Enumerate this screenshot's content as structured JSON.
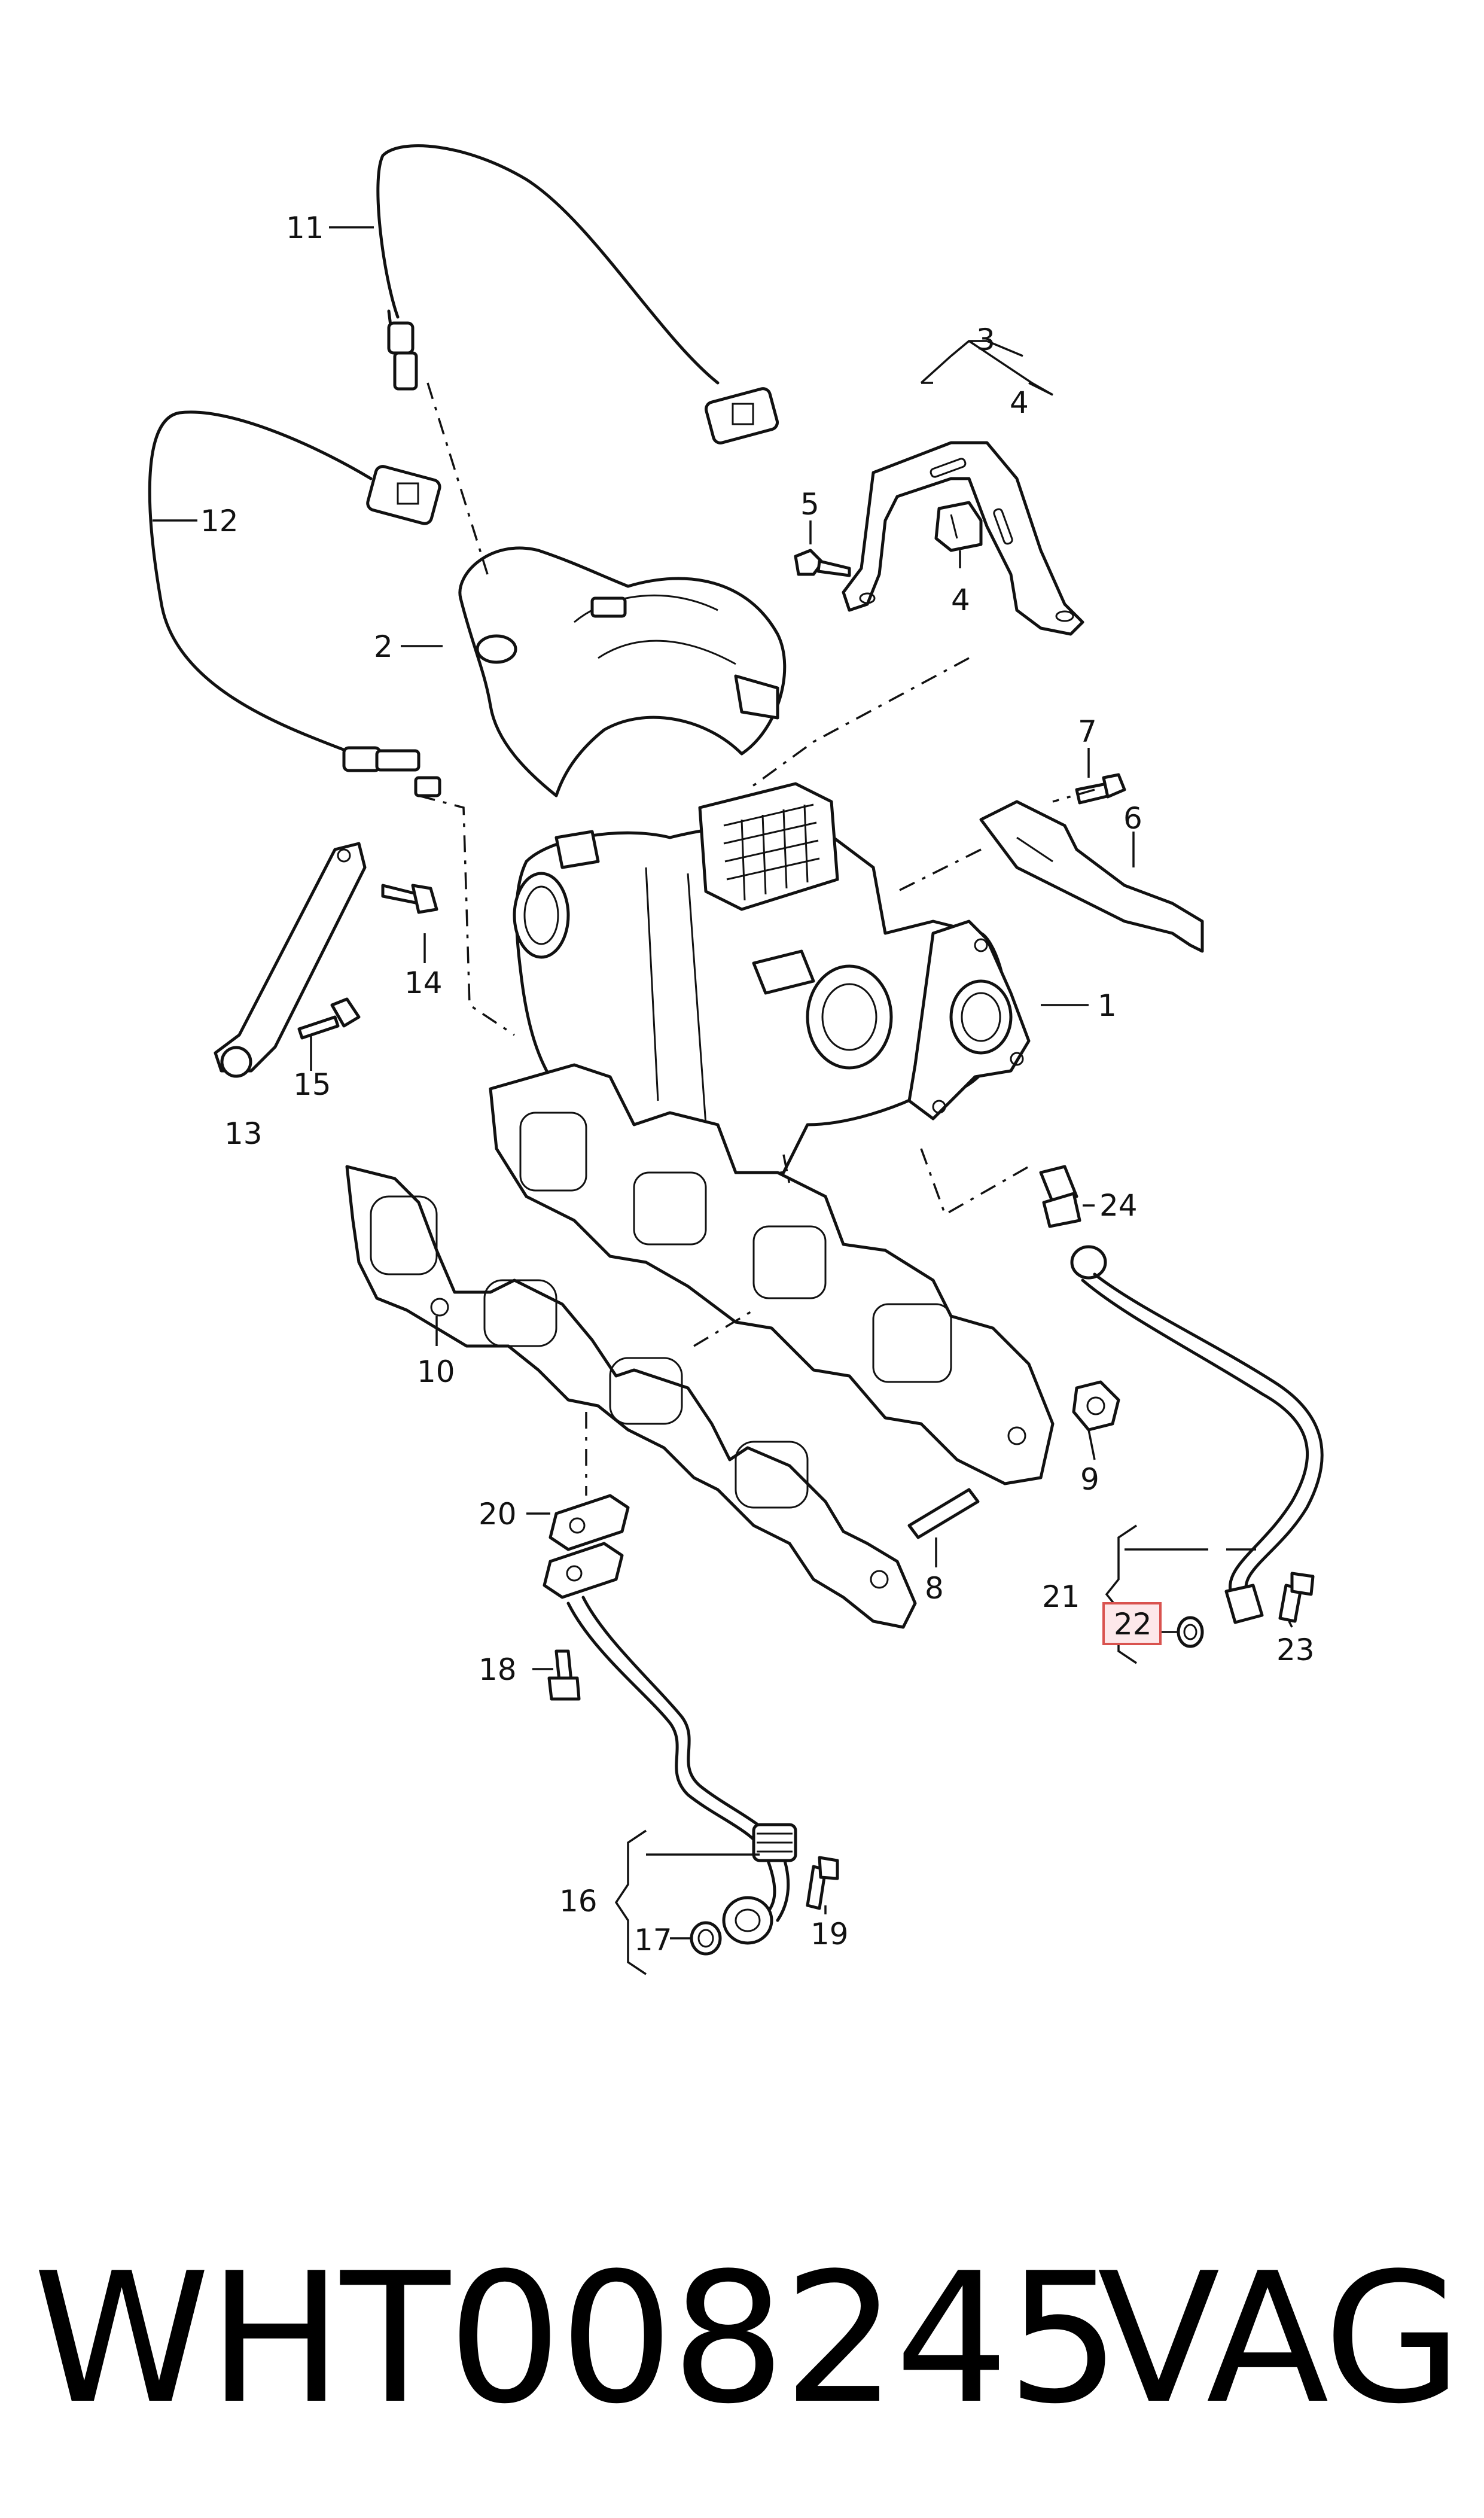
{
  "labels": {
    "p1": "1",
    "p2": "2",
    "p3": "3",
    "p4a": "4",
    "p4b": "4",
    "p5": "5",
    "p6": "6",
    "p7": "7",
    "p8": "8",
    "p9": "9",
    "p10": "10",
    "p11": "11",
    "p12": "12",
    "p13": "13",
    "p14": "14",
    "p15": "15",
    "p16": "16",
    "p17": "17",
    "p18": "18",
    "p19": "19",
    "p20": "20",
    "p21": "21",
    "p22": "22",
    "p23": "23",
    "p24": "24"
  },
  "highlighted_part": "22",
  "highlight_color": "#d9534f",
  "footer": {
    "part_number": "WHT008245",
    "brand": "VAG"
  }
}
